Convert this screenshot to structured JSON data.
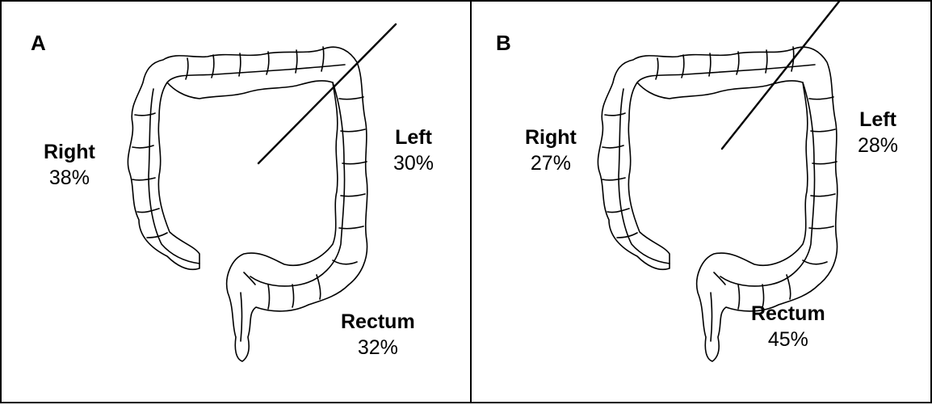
{
  "panels": [
    {
      "letter": "A",
      "regions": {
        "right": {
          "label": "Right",
          "percent": "38%"
        },
        "left": {
          "label": "Left",
          "percent": "30%"
        },
        "rectum": {
          "label": "Rectum",
          "percent": "32%"
        }
      }
    },
    {
      "letter": "B",
      "regions": {
        "right": {
          "label": "Right",
          "percent": "27%"
        },
        "left": {
          "label": "Left",
          "percent": "28%"
        },
        "rectum": {
          "label": "Rectum",
          "percent": "45%"
        }
      }
    }
  ],
  "colors": {
    "stroke": "#000000",
    "background": "#ffffff"
  }
}
